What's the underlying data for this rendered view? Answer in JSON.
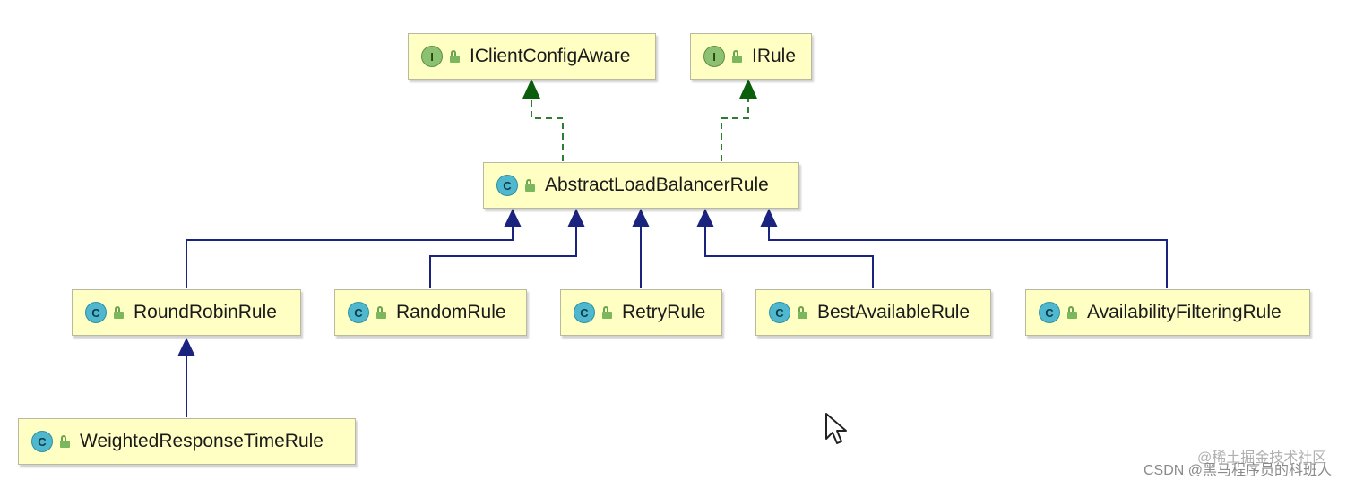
{
  "nodes": {
    "iclientconfigaware": {
      "kind": "interface",
      "badge": "I",
      "label": "IClientConfigAware"
    },
    "irule": {
      "kind": "interface",
      "badge": "I",
      "label": "IRule"
    },
    "abstractloadbalancerrule": {
      "kind": "class",
      "badge": "C",
      "label": "AbstractLoadBalancerRule"
    },
    "roundrobinrule": {
      "kind": "class",
      "badge": "C",
      "label": "RoundRobinRule"
    },
    "randomrule": {
      "kind": "class",
      "badge": "C",
      "label": "RandomRule"
    },
    "retryrule": {
      "kind": "class",
      "badge": "C",
      "label": "RetryRule"
    },
    "bestavailablerule": {
      "kind": "class",
      "badge": "C",
      "label": "BestAvailableRule"
    },
    "availabilityfilteringrule": {
      "kind": "class",
      "badge": "C",
      "label": "AvailabilityFilteringRule"
    },
    "weightedresponsetimerule": {
      "kind": "class",
      "badge": "C",
      "label": "WeightedResponseTimeRule"
    }
  },
  "relations": [
    {
      "from": "abstractloadbalancerrule",
      "to": "iclientconfigaware",
      "type": "implements"
    },
    {
      "from": "abstractloadbalancerrule",
      "to": "irule",
      "type": "implements"
    },
    {
      "from": "roundrobinrule",
      "to": "abstractloadbalancerrule",
      "type": "extends"
    },
    {
      "from": "randomrule",
      "to": "abstractloadbalancerrule",
      "type": "extends"
    },
    {
      "from": "retryrule",
      "to": "abstractloadbalancerrule",
      "type": "extends"
    },
    {
      "from": "bestavailablerule",
      "to": "abstractloadbalancerrule",
      "type": "extends"
    },
    {
      "from": "availabilityfilteringrule",
      "to": "abstractloadbalancerrule",
      "type": "extends"
    },
    {
      "from": "weightedresponsetimerule",
      "to": "roundrobinrule",
      "type": "extends"
    }
  ],
  "colors": {
    "implements_edge": "#2e7d32",
    "implements_arrow": "#0b5e0b",
    "extends_edge": "#1a237e",
    "node_fill": "#ffffc4"
  },
  "watermark": {
    "line1": "@稀土掘金技术社区",
    "line2": "CSDN @黑马程序员的科班人"
  },
  "cursor": "mouse-pointer-icon"
}
